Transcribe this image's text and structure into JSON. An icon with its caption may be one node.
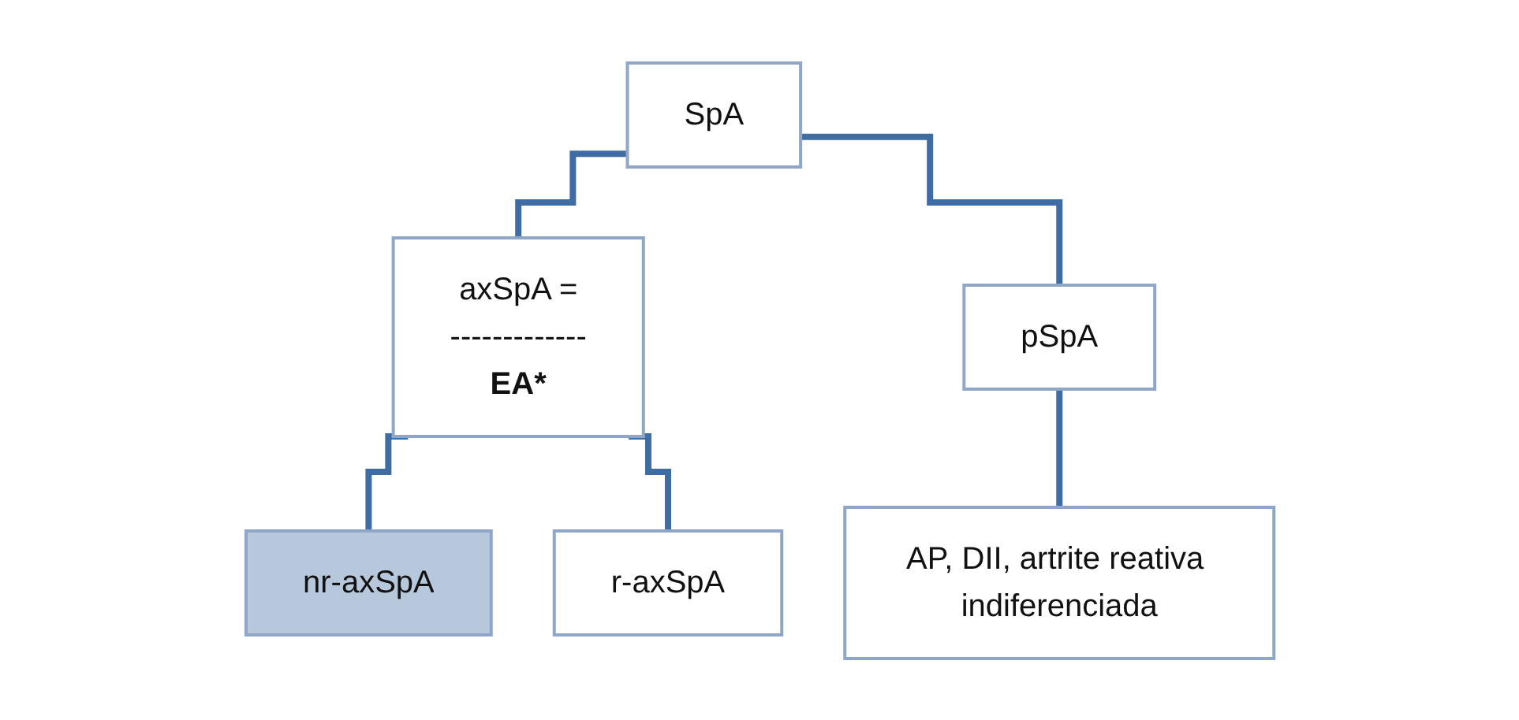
{
  "diagram": {
    "nodes": [
      {
        "text": [
          "SpA"
        ]
      },
      {
        "text": [
          "axSpA =",
          "-------------",
          "EA*"
        ]
      },
      {
        "text": [
          "pSpA"
        ]
      },
      {
        "text": [
          "nr-axSpA"
        ]
      },
      {
        "text": [
          "r-axSpA"
        ]
      },
      {
        "text": [
          "AP, DII, artrite reativa indiferenciada"
        ]
      }
    ],
    "edges": [
      {
        "from": 0,
        "to": 1,
        "arrow": "none"
      },
      {
        "from": 0,
        "to": 2,
        "arrow": "none"
      },
      {
        "from": 1,
        "to": 3,
        "arrow": "none"
      },
      {
        "from": 1,
        "to": 4,
        "arrow": "none"
      },
      {
        "from": 2,
        "to": 5,
        "arrow": "none"
      }
    ]
  }
}
